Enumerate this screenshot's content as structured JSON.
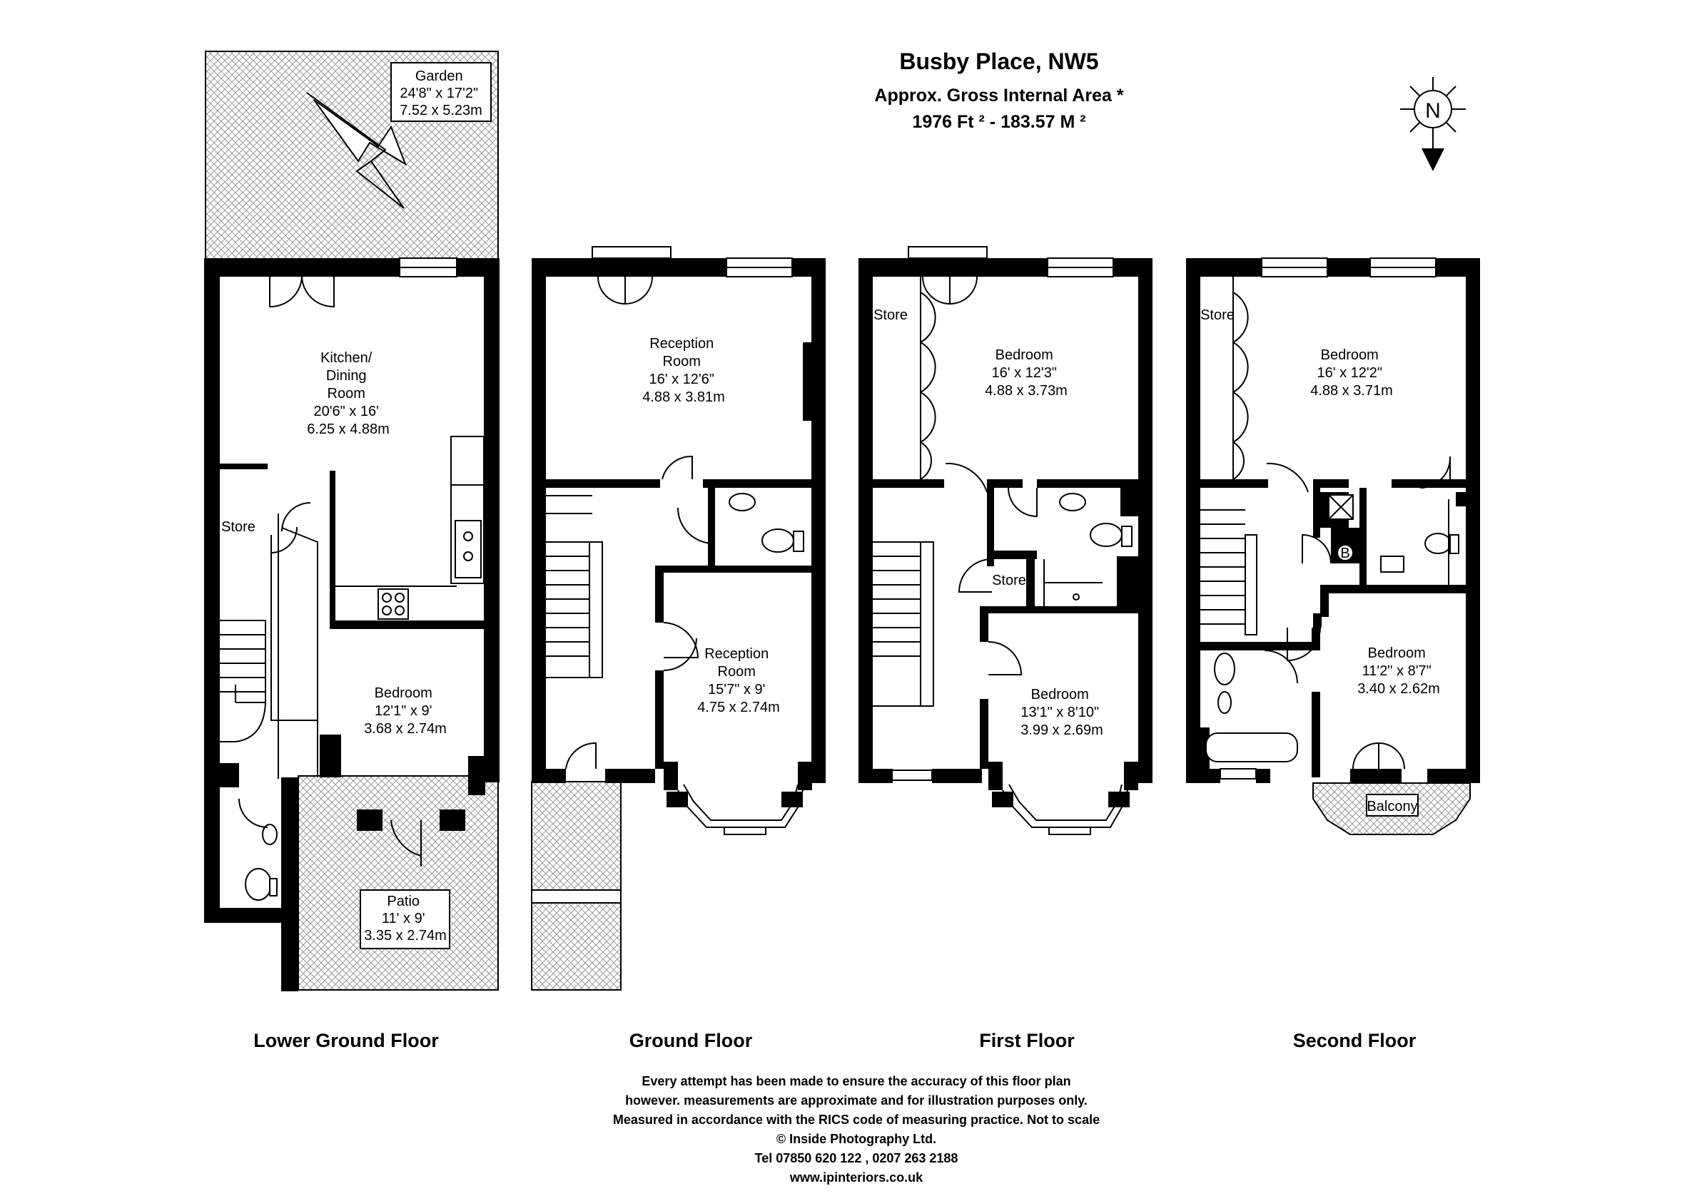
{
  "header": {
    "title": "Busby Place, NW5",
    "area_label": "Approx. Gross Internal Area *",
    "area_value": "1976 Ft ²  -  183.57 M ²"
  },
  "compass": {
    "letter": "N"
  },
  "floors": [
    {
      "name": "Lower Ground Floor",
      "rooms": [
        {
          "lines": [
            "Garden",
            "24'8\" x 17'2\"",
            "7.52 x 5.23m"
          ]
        },
        {
          "lines": [
            "Kitchen/",
            "Dining",
            "Room",
            "20'6\" x 16'",
            "6.25 x 4.88m"
          ]
        },
        {
          "lines": [
            "Store"
          ]
        },
        {
          "lines": [
            "Bedroom",
            "12'1\" x 9'",
            "3.68 x 2.74m"
          ]
        },
        {
          "lines": [
            "Patio",
            "11' x 9'",
            "3.35 x 2.74m"
          ]
        }
      ]
    },
    {
      "name": "Ground Floor",
      "rooms": [
        {
          "lines": [
            "Reception",
            "Room",
            "16' x 12'6\"",
            "4.88 x 3.81m"
          ]
        },
        {
          "lines": [
            "Reception",
            "Room",
            "15'7\" x 9'",
            "4.75 x 2.74m"
          ]
        }
      ]
    },
    {
      "name": "First Floor",
      "rooms": [
        {
          "lines": [
            "Store"
          ]
        },
        {
          "lines": [
            "Bedroom",
            "16' x 12'3\"",
            "4.88 x 3.73m"
          ]
        },
        {
          "lines": [
            "Store"
          ]
        },
        {
          "lines": [
            "Bedroom",
            "13'1\" x 8'10\"",
            "3.99 x 2.69m"
          ]
        }
      ]
    },
    {
      "name": "Second Floor",
      "rooms": [
        {
          "lines": [
            "Store"
          ]
        },
        {
          "lines": [
            "Bedroom",
            "16' x 12'2\"",
            "4.88 x 3.71m"
          ]
        },
        {
          "lines": [
            "B"
          ]
        },
        {
          "lines": [
            "Bedroom",
            "11'2\" x 8'7\"",
            "3.40 x 2.62m"
          ]
        },
        {
          "lines": [
            "Balcony"
          ]
        }
      ]
    }
  ],
  "disclaimer": [
    "Every attempt has been made to ensure the accuracy of this floor plan",
    "however. measurements are approximate and for illustration purposes only.",
    "Measured in accordance with the RICS code of measuring practice. Not to scale",
    "© Inside Photography Ltd.",
    "Tel 07850 620 122 , 0207 263 2188",
    "www.ipinteriors.co.uk"
  ]
}
